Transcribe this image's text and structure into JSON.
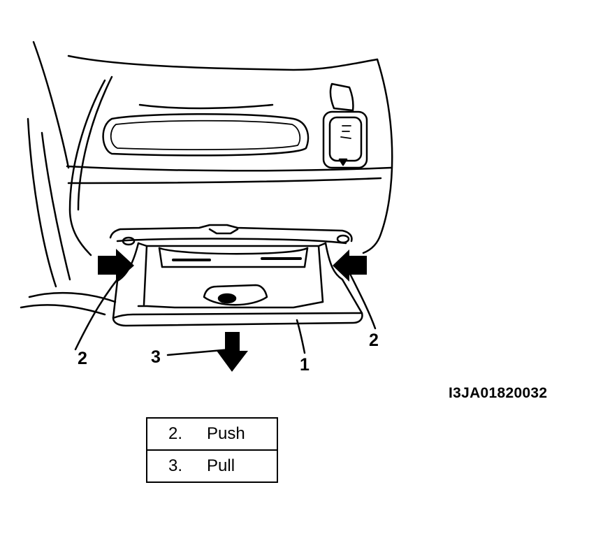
{
  "callouts": {
    "glove_box": "1",
    "push_left": "2",
    "push_right": "2",
    "pull": "3"
  },
  "figure_id": "I3JA01820032",
  "legend": [
    {
      "number": "2.",
      "text": "Push"
    },
    {
      "number": "3.",
      "text": "Pull"
    }
  ]
}
